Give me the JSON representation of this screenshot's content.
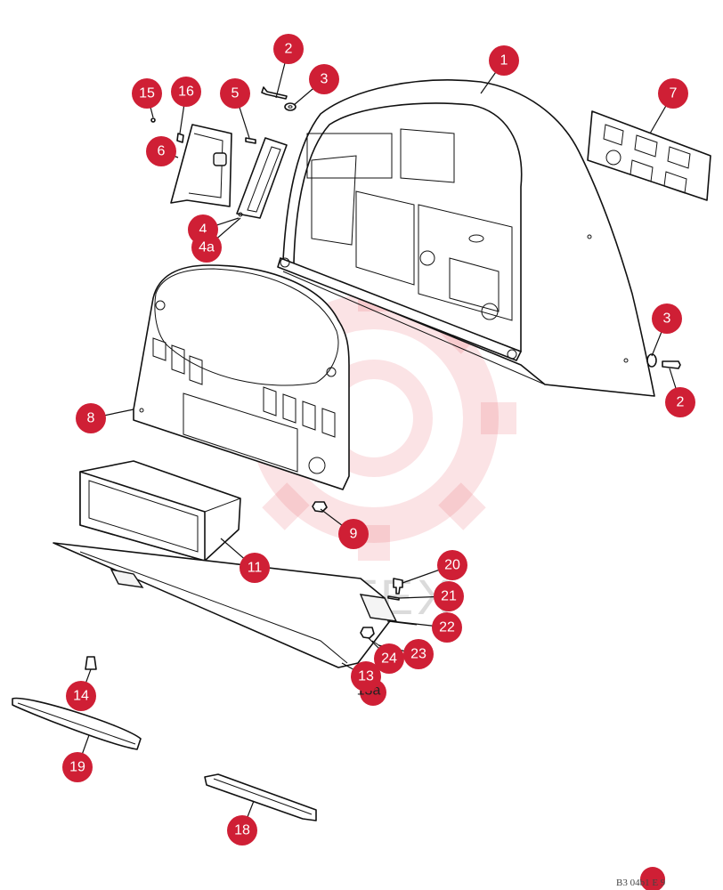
{
  "diagram": {
    "callouts": [
      {
        "id": "c1",
        "label": "1"
      },
      {
        "id": "c2a",
        "label": "2"
      },
      {
        "id": "c3a",
        "label": "3"
      },
      {
        "id": "c7",
        "label": "7"
      },
      {
        "id": "c15",
        "label": "15"
      },
      {
        "id": "c16",
        "label": "16"
      },
      {
        "id": "c5",
        "label": "5"
      },
      {
        "id": "c6",
        "label": "6"
      },
      {
        "id": "c4",
        "label": "4"
      },
      {
        "id": "c4a",
        "label": "4a"
      },
      {
        "id": "c3b",
        "label": "3"
      },
      {
        "id": "c2b",
        "label": "2"
      },
      {
        "id": "c8",
        "label": "8"
      },
      {
        "id": "c9",
        "label": "9"
      },
      {
        "id": "c11",
        "label": "11"
      },
      {
        "id": "c20",
        "label": "20"
      },
      {
        "id": "c21",
        "label": "21"
      },
      {
        "id": "c22",
        "label": "22"
      },
      {
        "id": "c23",
        "label": "23"
      },
      {
        "id": "c24",
        "label": "24"
      },
      {
        "id": "c13",
        "label": "13"
      },
      {
        "id": "c13a",
        "label": "13a"
      },
      {
        "id": "c14",
        "label": "14"
      },
      {
        "id": "c19",
        "label": "19"
      },
      {
        "id": "c18",
        "label": "18"
      }
    ],
    "watermark_text": "ИНТЕХ",
    "reference_code": "B3 04b1 E 9"
  }
}
